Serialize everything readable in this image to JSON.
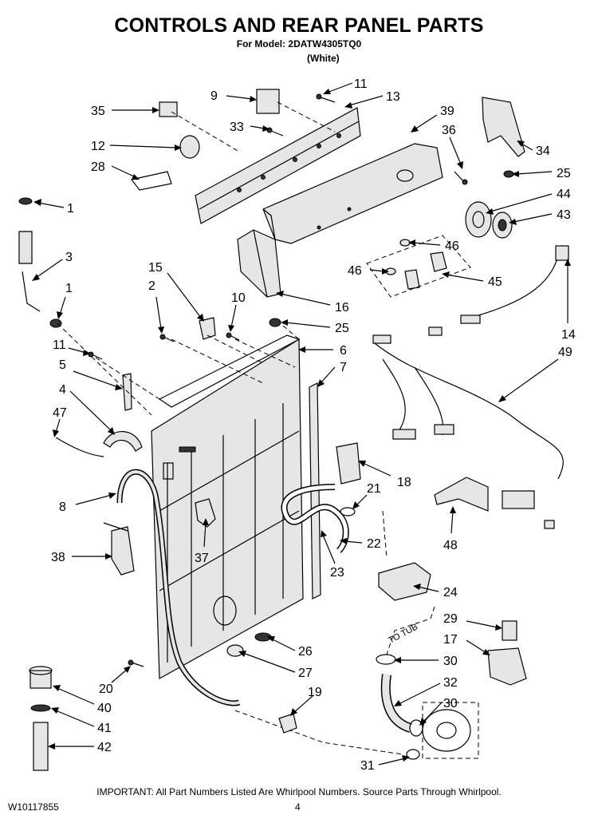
{
  "header": {
    "title": "CONTROLS AND REAR PANEL PARTS",
    "model_line": "For Model: 2DATW4305TQ0",
    "variant": "(White)"
  },
  "diagram": {
    "callouts": {
      "c1a": "1",
      "c1b": "1",
      "c2": "2",
      "c3": "3",
      "c4": "4",
      "c5": "5",
      "c6": "6",
      "c7": "7",
      "c8": "8",
      "c9": "9",
      "c10": "10",
      "c11a": "11",
      "c11b": "11",
      "c12": "12",
      "c13": "13",
      "c14": "14",
      "c15": "15",
      "c16": "16",
      "c17": "17",
      "c18": "18",
      "c19": "19",
      "c20": "20",
      "c21": "21",
      "c22": "22",
      "c23": "23",
      "c24": "24",
      "c25a": "25",
      "c25b": "25",
      "c26": "26",
      "c27": "27",
      "c28": "28",
      "c29": "29",
      "c30a": "30",
      "c30b": "30",
      "c31": "31",
      "c32": "32",
      "c33": "33",
      "c34": "34",
      "c35": "35",
      "c36": "36",
      "c37": "37",
      "c38": "38",
      "c39": "39",
      "c40": "40",
      "c41": "41",
      "c42": "42",
      "c43": "43",
      "c44": "44",
      "c45": "45",
      "c46a": "46",
      "c46b": "46",
      "c47": "47",
      "c48": "48",
      "c49": "49"
    },
    "to_tub": "TO TUB"
  },
  "footer": {
    "important": "IMPORTANT: All Part Numbers Listed Are Whirlpool Numbers. Source Parts Through Whirlpool.",
    "doc_number": "W10117855",
    "page": "4"
  }
}
